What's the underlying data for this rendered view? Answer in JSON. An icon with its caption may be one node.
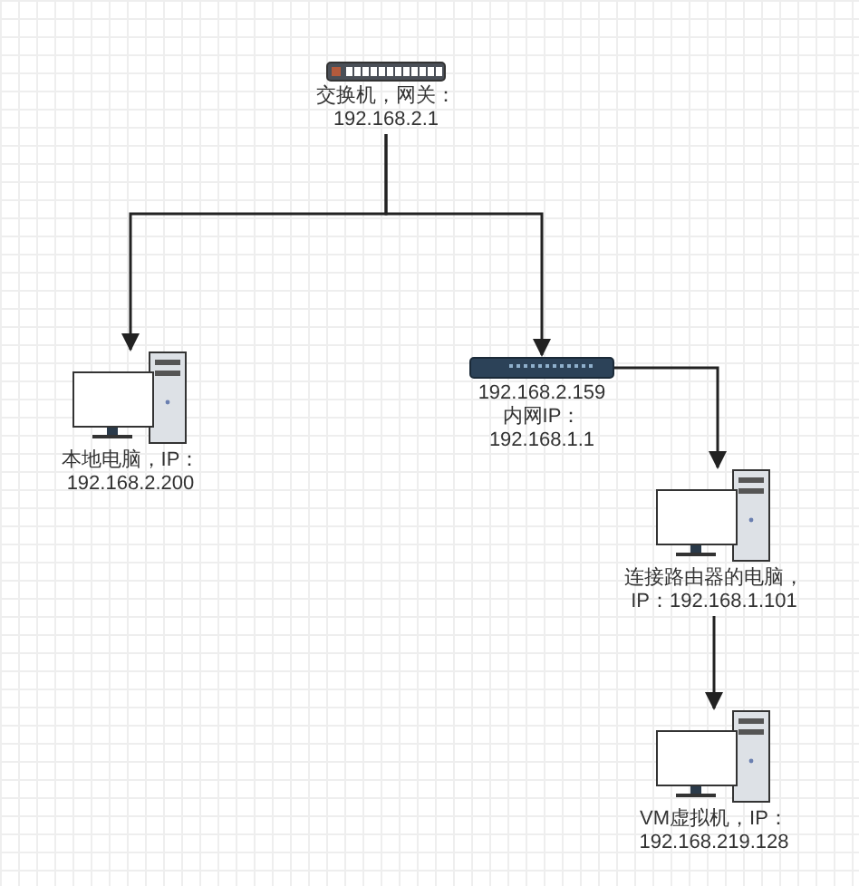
{
  "diagram": {
    "nodes": [
      {
        "text": [
          "交换机，网关：192.168.2.1"
        ]
      },
      {
        "text": [
          "本地电脑，IP：192.168.2.200"
        ]
      },
      {
        "text": [
          "192.168.2.159 内网IP：192.168.1.1"
        ]
      },
      {
        "text": [
          "连接路由器的电脑，IP：192.168.1.101"
        ]
      },
      {
        "text": [
          "VM虚拟机，IP：192.168.219.128"
        ]
      }
    ],
    "edges": [
      {
        "from": 0,
        "to": 1,
        "arrow": "to"
      },
      {
        "from": 0,
        "to": 2,
        "arrow": "to"
      },
      {
        "from": 2,
        "to": 3,
        "arrow": "to"
      },
      {
        "from": 3,
        "to": 4,
        "arrow": "to"
      }
    ]
  }
}
